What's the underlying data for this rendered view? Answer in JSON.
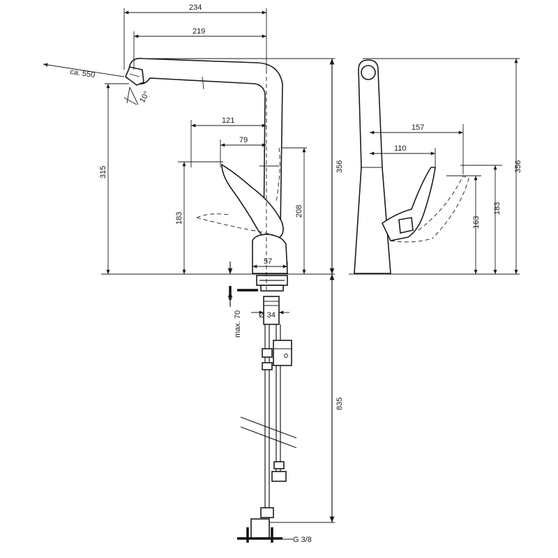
{
  "dimensions": {
    "d234": "234",
    "d219": "219",
    "d550": "ca. 550",
    "d10": "10°",
    "d121": "121",
    "d79": "79",
    "d315": "315",
    "d183_left": "183",
    "d208": "208",
    "d356_front": "356",
    "d57": "57",
    "d70": "max. 70",
    "d34": "Ø 34",
    "d835": "835",
    "dG38": "G 3/8",
    "d157": "157",
    "d110": "110",
    "d163": "163",
    "d183_right": "183",
    "d356_side": "356"
  },
  "colors": {
    "line": "#1a1a1a",
    "background": "#ffffff"
  }
}
